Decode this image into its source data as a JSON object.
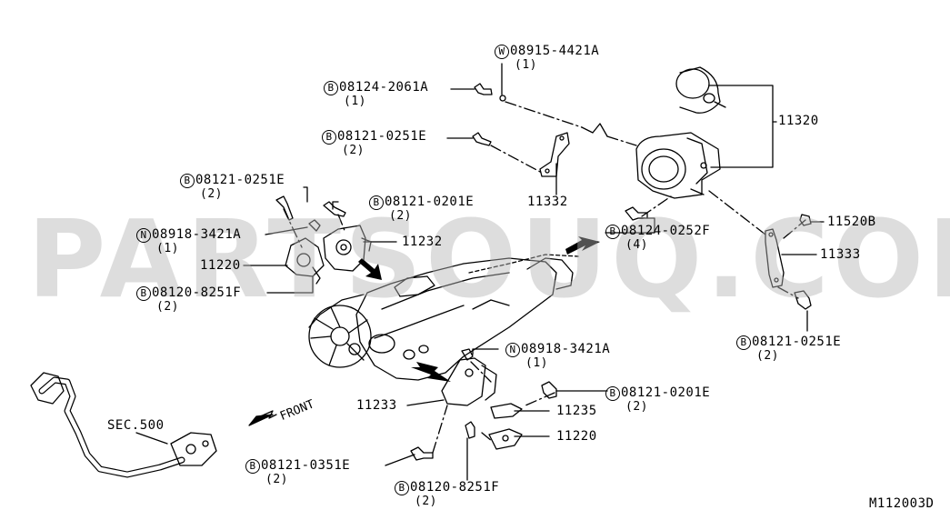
{
  "watermark": "PARTSOUQ.COM",
  "diagram_code": "M112003D",
  "front_label": "FRONT",
  "section_ref": "SEC.500",
  "callouts": {
    "w_08915": {
      "badge": "W",
      "number": "08915-4421A",
      "qty": "(1)"
    },
    "b_08124_2061": {
      "badge": "B",
      "number": "08124-2061A",
      "qty": "(1)"
    },
    "b_08121_0251_top": {
      "badge": "B",
      "number": "08121-0251E",
      "qty": "(2)"
    },
    "b_08121_0251_left": {
      "badge": "B",
      "number": "08121-0251E",
      "qty": "(2)"
    },
    "b_08121_0201_top": {
      "badge": "B",
      "number": "08121-0201E",
      "qty": "(2)"
    },
    "n_08918_left": {
      "badge": "N",
      "number": "08918-3421A",
      "qty": "(1)"
    },
    "b_08120_8251_left": {
      "badge": "B",
      "number": "08120-8251F",
      "qty": "(2)"
    },
    "b_08124_0252": {
      "badge": "B",
      "number": "08124-0252F",
      "qty": "(4)"
    },
    "b_08121_0251_right": {
      "badge": "B",
      "number": "08121-0251E",
      "qty": "(2)"
    },
    "n_08918_mid": {
      "badge": "N",
      "number": "08918-3421A",
      "qty": "(1)"
    },
    "b_08121_0201_mid": {
      "badge": "B",
      "number": "08121-0201E",
      "qty": "(2)"
    },
    "b_08121_0351": {
      "badge": "B",
      "number": "08121-0351E",
      "qty": "(2)"
    },
    "b_08120_8251_bottom": {
      "badge": "B",
      "number": "08120-8251F",
      "qty": "(2)"
    }
  },
  "parts": {
    "p11320": "11320",
    "p11332": "11332",
    "p11520B": "11520B",
    "p11333": "11333",
    "p11232": "11232",
    "p11220_left": "11220",
    "p11233": "11233",
    "p11235": "11235",
    "p11220_bottom": "11220"
  }
}
